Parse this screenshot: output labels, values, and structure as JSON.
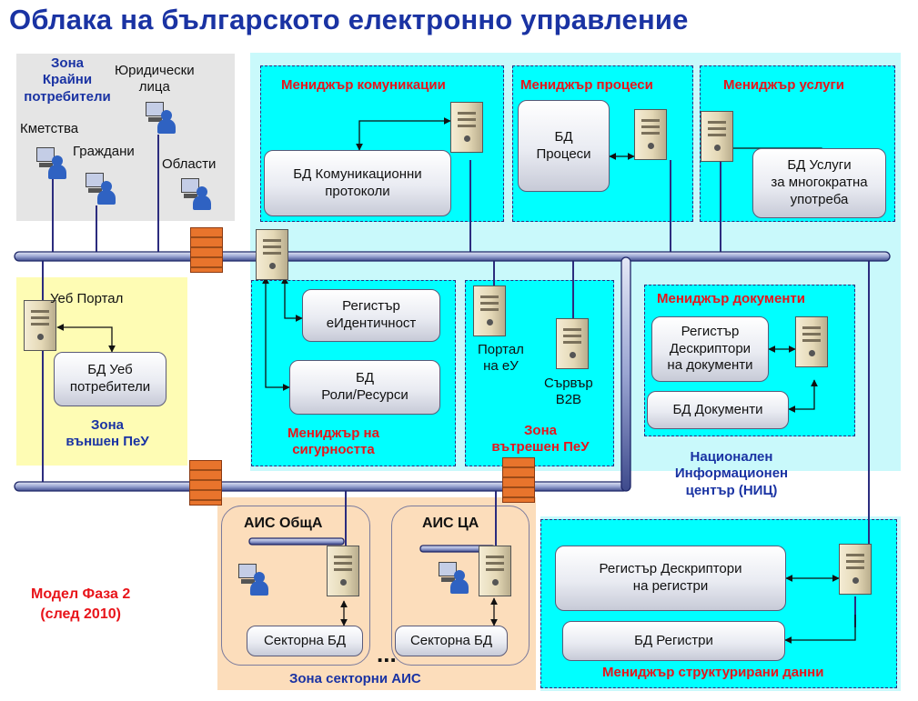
{
  "title": "Облака на българското електронно управление",
  "zones": {
    "end_users": [
      "Зона",
      "Крайни",
      "потребители"
    ],
    "external": [
      "Зона",
      "външен ПеУ"
    ],
    "internal": [
      "Зона",
      "вътрешен ПеУ"
    ],
    "sectoral": "Зона секторни АИС",
    "nic": [
      "Национален",
      "Информационен",
      "център (НИЦ)"
    ]
  },
  "users": {
    "legal_entities": [
      "Юридически",
      "лица"
    ],
    "municipalities": "Кметства",
    "citizens": "Граждани",
    "regions": "Области"
  },
  "managers": {
    "communications": "Мениджър комуникации",
    "processes": "Мениджър процеси",
    "services": "Мениджър услуги",
    "documents": "Мениджър документи",
    "security": [
      "Мениджър на",
      "сигурността"
    ],
    "structured_data": "Мениджър структурирани данни"
  },
  "databases": {
    "comm_protocols": [
      "БД Комуникационни",
      "протоколи"
    ],
    "processes": [
      "БД",
      "Процеси"
    ],
    "services": [
      "БД Услуги",
      "за многократна",
      "употреба"
    ],
    "eid_registry": [
      "Регистър",
      "еИдентичност"
    ],
    "roles_resources": [
      "БД",
      "Роли/Ресурси"
    ],
    "doc_descriptors": [
      "Регистър",
      "Дескриптори",
      "на документи"
    ],
    "documents": "БД Документи",
    "web_users": [
      "БД Уеб",
      "потребители"
    ],
    "registry_descriptors": [
      "Регистър Дескриптори",
      "на регистри"
    ],
    "registries": "БД Регистри",
    "sectoral_1": "Секторна БД",
    "sectoral_2": "Секторна БД"
  },
  "nodes": {
    "web_portal": "Уеб Портал",
    "portal_eu": [
      "Портал",
      "на еУ"
    ],
    "b2b_server": [
      "Сървър",
      "B2B"
    ],
    "ais_general": "АИС ОбщА",
    "ais_ca": "АИС ЦА",
    "ellipsis": "..."
  },
  "model_label": [
    "Модел Фаза 2",
    "(след 2010)"
  ],
  "colors": {
    "title": "#1a33a3",
    "label_red": "#e8141a",
    "label_blue": "#1a33a3",
    "cloud_zone": "#c9f9fb",
    "manager_box": "#00ffff",
    "end_user_zone": "#e5e5e5",
    "external_zone": "#fefcb4",
    "sectoral_zone": "#fcddbb",
    "bus": "#2c2c7e"
  }
}
